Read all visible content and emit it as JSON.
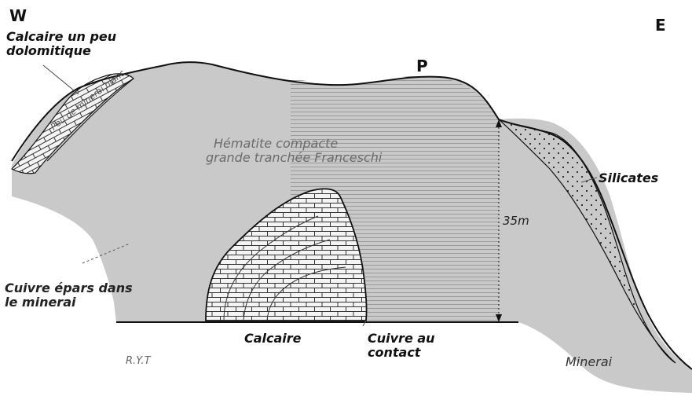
{
  "directions": {
    "west": "W",
    "east": "E",
    "peak": "P"
  },
  "labels": {
    "calcaire_dolomitique": [
      "Calcaire un peu",
      "dolomitique"
    ],
    "hematite": [
      "Hématite compacte",
      "grande tranchée Franceschi"
    ],
    "peu_minerai": "Peu de minerai blanc",
    "silicates": "Silicates",
    "height": "35m",
    "cuivre_epars": [
      "Cuivre épars dans",
      "le minerai"
    ],
    "calcaire": "Calcaire",
    "cuivre_contact": [
      "Cuivre au",
      "contact"
    ],
    "minerai": "Minerai",
    "initials": "R.Y.T"
  },
  "colors": {
    "ore_fill": "#c9c9c9",
    "outline": "#111111",
    "hatch": "#8a8a8a"
  }
}
